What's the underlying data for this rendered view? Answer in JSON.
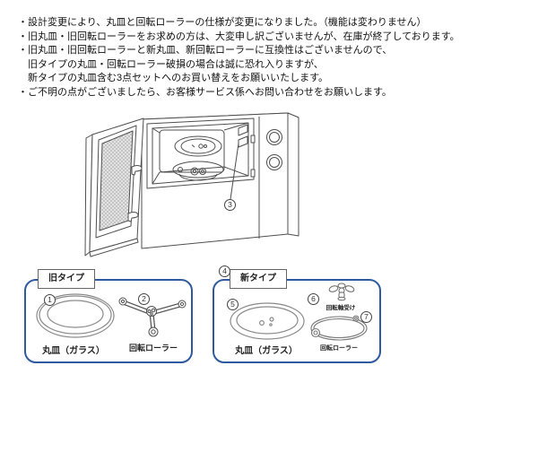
{
  "colors": {
    "panel_border_blue": "#2e5aa0",
    "line_gray": "#4f4f4f"
  },
  "notice": {
    "lines": [
      "・設計変更により、丸皿と回転ローラーの仕様が変更になりました。（機能は変わりません）",
      "・旧丸皿・旧回転ローラーをお求めの方は、大変申し訳ございませんが、在庫が終了しております。",
      "・旧丸皿・旧回転ローラーと新丸皿、新回転ローラーに互換性はございませんので、",
      "　旧タイプの丸皿・回転ローラー破損の場合は誠に恐れ入りますが、",
      "　新タイプの丸皿含む3点セットへのお買い替えをお願いいたします。",
      "・ご不明の点がございましたら、お客様サービス係へお問い合わせをお願いします。"
    ]
  },
  "diagram": {
    "shaft_callout": "3"
  },
  "old_type_panel": {
    "title": "旧タイプ",
    "plate_callout": "1",
    "plate_label": "丸皿（ガラス）",
    "roller_callout": "2",
    "roller_label": "回転ローラー"
  },
  "new_type_panel": {
    "set_callout": "4",
    "title": "新タイプ",
    "plate_callout": "5",
    "plate_label": "丸皿（ガラス）",
    "bearing_callout": "6",
    "bearing_label": "回転軸受け",
    "roller_callout": "7",
    "roller_label": "回転ローラー"
  }
}
